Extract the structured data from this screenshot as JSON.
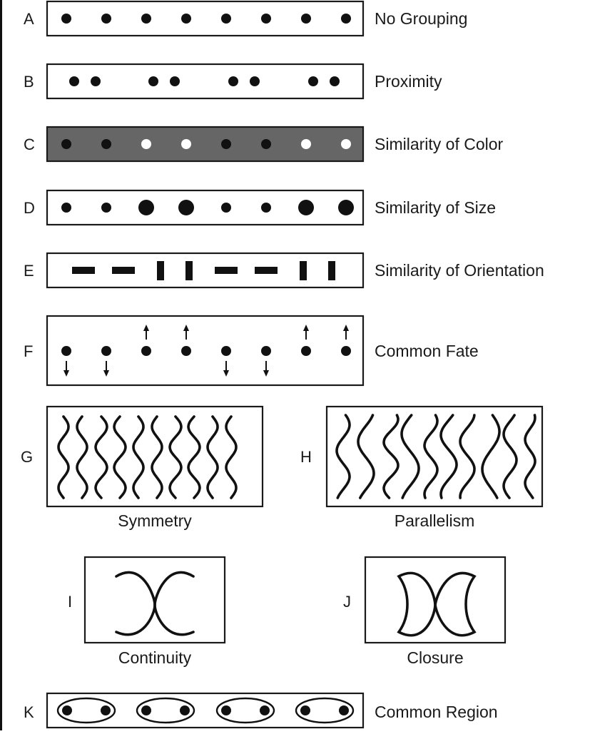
{
  "figure": {
    "rows": [
      {
        "letter": "A",
        "label": "No Grouping"
      },
      {
        "letter": "B",
        "label": "Proximity"
      },
      {
        "letter": "C",
        "label": "Similarity of Color"
      },
      {
        "letter": "D",
        "label": "Similarity of Size"
      },
      {
        "letter": "E",
        "label": "Similarity of Orientation"
      },
      {
        "letter": "F",
        "label": "Common Fate"
      },
      {
        "letter": "K",
        "label": "Common Region"
      }
    ],
    "panels": [
      {
        "letter": "G",
        "label": "Symmetry"
      },
      {
        "letter": "H",
        "label": "Parallelism"
      },
      {
        "letter": "I",
        "label": "Continuity"
      },
      {
        "letter": "J",
        "label": "Closure"
      }
    ],
    "colors": {
      "dark_fill": "#666666",
      "ink": "#111111",
      "white_dot": "#ffffff"
    },
    "patterns": {
      "similarity_of_color": [
        "black",
        "black",
        "white",
        "white",
        "black",
        "black",
        "white",
        "white"
      ],
      "similarity_of_size": [
        "small",
        "small",
        "large",
        "large",
        "small",
        "small",
        "large",
        "large"
      ],
      "similarity_of_orientation": [
        "horizontal",
        "horizontal",
        "vertical",
        "vertical",
        "horizontal",
        "horizontal",
        "vertical",
        "vertical"
      ],
      "common_fate_motion": [
        "down",
        "down",
        "up",
        "up",
        "down",
        "down",
        "up",
        "up"
      ]
    }
  }
}
